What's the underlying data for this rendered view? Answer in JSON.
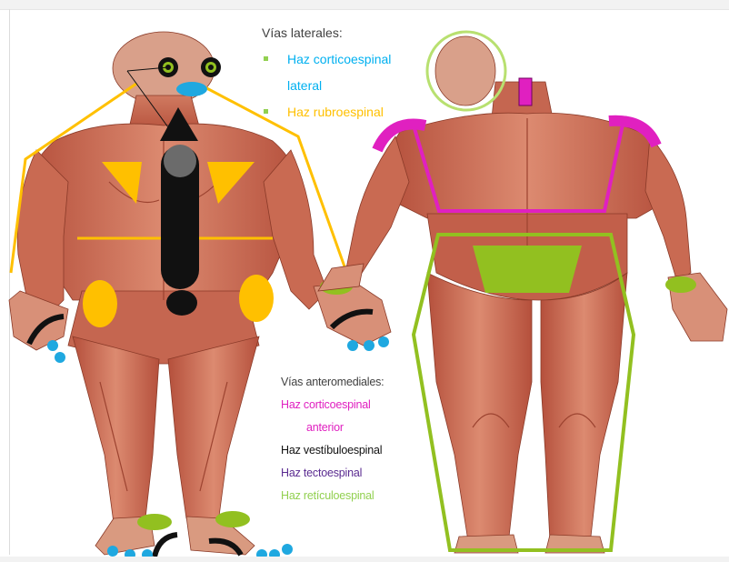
{
  "lateral_legend": {
    "heading": "Vías laterales:",
    "items": [
      {
        "line1": "Haz corticoespinal",
        "line2": "lateral",
        "color": "#00b0f0"
      },
      {
        "line1": "Haz rubroespinal",
        "color": "#ffc000"
      }
    ]
  },
  "anteromedial_legend": {
    "heading": "Vías anteromediales:",
    "items": [
      {
        "line1": "Haz corticoespinal",
        "line2": "anterior",
        "color": "#e020c0"
      },
      {
        "line1": "Haz vestíbuloespinal",
        "color": "#111111"
      },
      {
        "line1": "Haz tectoespinal",
        "color": "#5b2c91"
      },
      {
        "line1": "Haz retículoespinal",
        "color": "#92d050"
      }
    ]
  },
  "colors": {
    "cyan": "#1fa8e0",
    "orange": "#ffc000",
    "magenta": "#e020c0",
    "black": "#111111",
    "green": "#92c020",
    "muscle": "#c8664e",
    "skin": "#e6b49a"
  }
}
